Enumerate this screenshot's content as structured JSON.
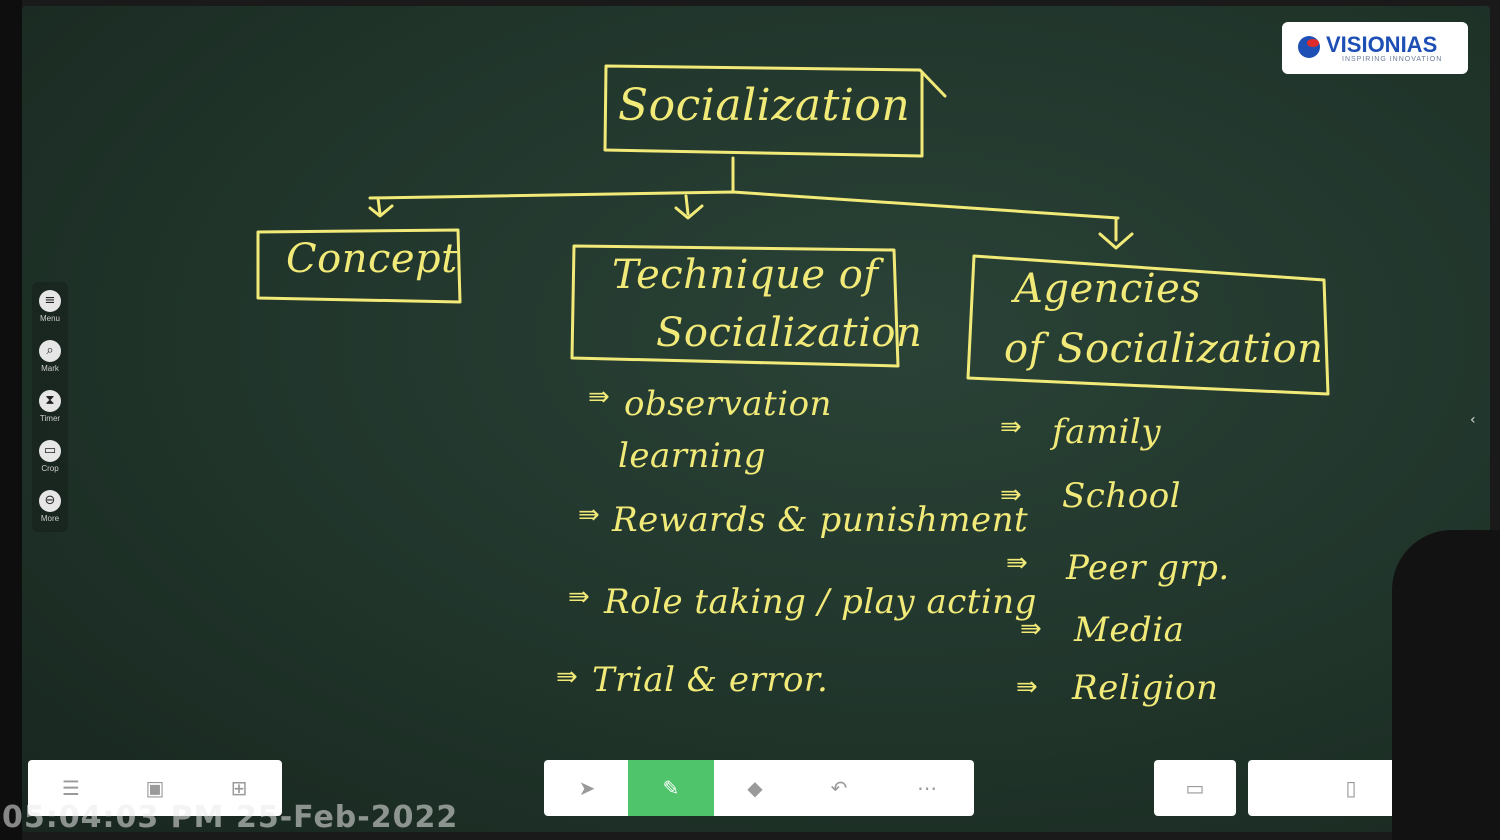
{
  "logo": {
    "brand": "VISIONIAS",
    "tagline": "INSPIRING INNOVATION"
  },
  "board": {
    "title": "Socialization",
    "branches": [
      {
        "label": "Concept",
        "items": []
      },
      {
        "label_line1": "Technique of",
        "label_line2": "Socialization",
        "items": [
          "observation",
          "learning",
          "Rewards & punishment",
          "Role taking / play acting",
          "Trial & error."
        ]
      },
      {
        "label_line1": "Agencies",
        "label_line2": "of Socialization",
        "items": [
          "family",
          "School",
          "Peer grp.",
          "Media",
          "Religion"
        ]
      }
    ]
  },
  "side_toolbar": [
    {
      "label": "Menu",
      "icon": "menu-icon"
    },
    {
      "label": "Mark",
      "icon": "search-icon"
    },
    {
      "label": "Timer",
      "icon": "hourglass-icon"
    },
    {
      "label": "Crop",
      "icon": "crop-icon"
    },
    {
      "label": "More",
      "icon": "minus-icon"
    }
  ],
  "bottom_toolbar": {
    "left": [
      "list-icon",
      "window-icon",
      "grid-icon"
    ],
    "middle": [
      "pointer-icon",
      "pen-icon",
      "eraser-icon",
      "undo-icon",
      "more-icon"
    ],
    "active_tool": "pen-icon"
  },
  "timestamp": "05:04:03 PM 25-Feb-2022",
  "colors": {
    "chalk": "#f2ea78",
    "board": "#1f3329",
    "active_tool": "#4fc46b"
  }
}
